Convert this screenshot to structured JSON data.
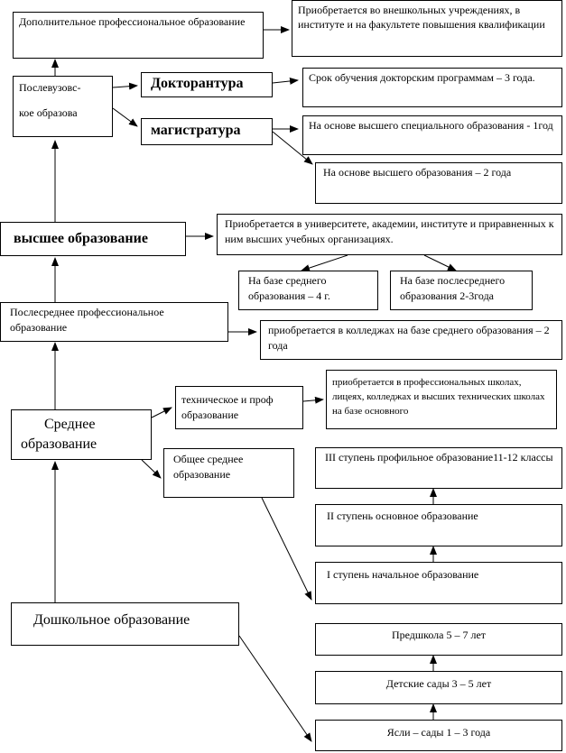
{
  "nodes": {
    "dop_prof": "Дополнительное профессиональное образование",
    "dop_prof_desc": "Приобретается во внешкольных учреждениях, в институте и на факультете повышения квалификации",
    "poslevuz_1": "Послевузовс-",
    "poslevuz_2": "кое образова",
    "doktorantura": "Докторантура",
    "doktorantura_desc": "Срок обучения  докторским программам – 3 года.",
    "magistratura": "магистратура",
    "mag_special": "На основе высшего специального образования - 1год",
    "mag_higher": "На основе высшего образования  – 2 года",
    "vysshee": "высшее образование",
    "vysshee_desc": "Приобретается в университете, академии, институте и приравненных к ним высших учебных организациях.",
    "vysshee_base_sred": "На базе среднего образования – 4 г.",
    "vysshee_base_poslesred": "На базе послесреднего образования 2-3года",
    "poslesred": "Послесреднее профессиональное образование",
    "poslesred_desc": "приобретается в колледжах  на базе  среднего образования – 2 года",
    "tech_prof": "техническое и проф образование",
    "tech_prof_desc": "приобретается в профессиональных школах, лицеях, колледжах и высших технических школах на базе основного",
    "srednee": "Среднее образование",
    "obshee_sred": "Общее среднее образование",
    "stupen3": "III ступень    профильное образование11-12 классы",
    "stupen2": "II ступень  основное образование",
    "stupen1": "I ступень начальное образование",
    "doshkol": "Дошкольное образование",
    "predshkola": "Предшкола  5 – 7 лет",
    "detsad": "Детские сады 3 – 5 лет",
    "yasli": "Ясли – сады 1 – 3 года"
  }
}
